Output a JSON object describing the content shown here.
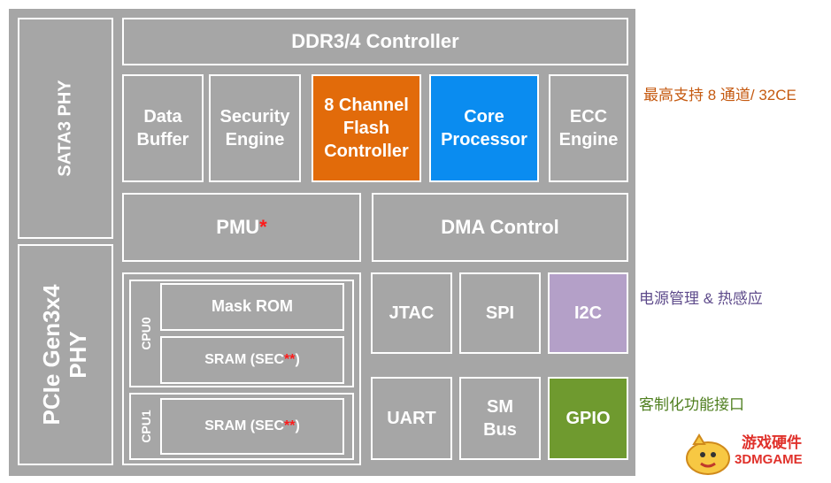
{
  "blocks": {
    "sata_phy": "SATA3 PHY",
    "pcie_phy": "PCIe Gen3x4\nPHY",
    "ddr_controller": "DDR3/4 Controller",
    "data_buffer": "Data\nBuffer",
    "security_engine": "Security\nEngine",
    "flash_controller": "8 Channel\nFlash\nController",
    "core_processor": "Core\nProcessor",
    "ecc_engine": "ECC\nEngine",
    "pmu": "PMU",
    "pmu_mark": "*",
    "dma_control": "DMA Control",
    "cpu0": "CPU0",
    "mask_rom": "Mask ROM",
    "sram_cpu0": "SRAM (SEC",
    "sram_cpu0_mark": "**",
    "sram_cpu0_close": ")",
    "cpu1": "CPU1",
    "sram_cpu1": "SRAM (SEC",
    "sram_cpu1_mark": "**",
    "sram_cpu1_close": ")",
    "jtac": "JTAC",
    "spi": "SPI",
    "i2c": "I2C",
    "uart": "UART",
    "sm_bus": "SM\nBus",
    "gpio": "GPIO"
  },
  "notes": {
    "channels": "最高支持 8 通道/ 32CE",
    "power": "电源管理 & 热感应",
    "custom": "客制化功能接口"
  },
  "logo": {
    "line1": "游戏硬件",
    "line2": "3DMGAME"
  },
  "colors": {
    "chip_gray": "#a6a6a6",
    "flash_orange": "#e26b0a",
    "core_blue": "#0a8cf0",
    "i2c_purple": "#b4a0c8",
    "gpio_green": "#6f9a2f",
    "note_orange": "#c55a11",
    "note_purple": "#5e4b8b",
    "note_green": "#4f7f1f",
    "asterisk_red": "#ff1a1a"
  }
}
